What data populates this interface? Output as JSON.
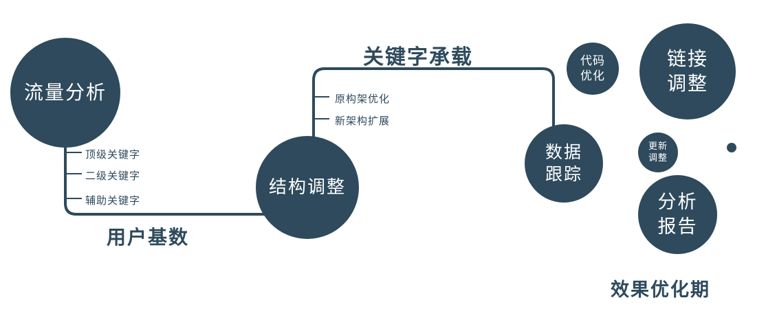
{
  "colors": {
    "primary": "#2e4a5c",
    "text_on_dark": "#ffffff"
  },
  "nodes": {
    "traffic_analysis": {
      "label": "流量分析"
    },
    "structure_adjust": {
      "label": "结构调整"
    },
    "data_tracking": {
      "lines": [
        "数据",
        "跟踪"
      ]
    },
    "code_optimize": {
      "lines": [
        "代码",
        "优化"
      ]
    },
    "link_adjust": {
      "lines": [
        "链接",
        "调整"
      ]
    },
    "update_adjust": {
      "lines": [
        "更新",
        "调整"
      ]
    },
    "analysis_report": {
      "lines": [
        "分析",
        "报告"
      ]
    }
  },
  "edge_labels": {
    "keyword_carry": "关键字承载",
    "user_base": "用户基数"
  },
  "branch_labels": {
    "left": [
      "顶级关键字",
      "二级关键字",
      "辅助关键字"
    ],
    "middle": [
      "原构架优化",
      "新架构扩展"
    ]
  },
  "caption": "效果优化期"
}
